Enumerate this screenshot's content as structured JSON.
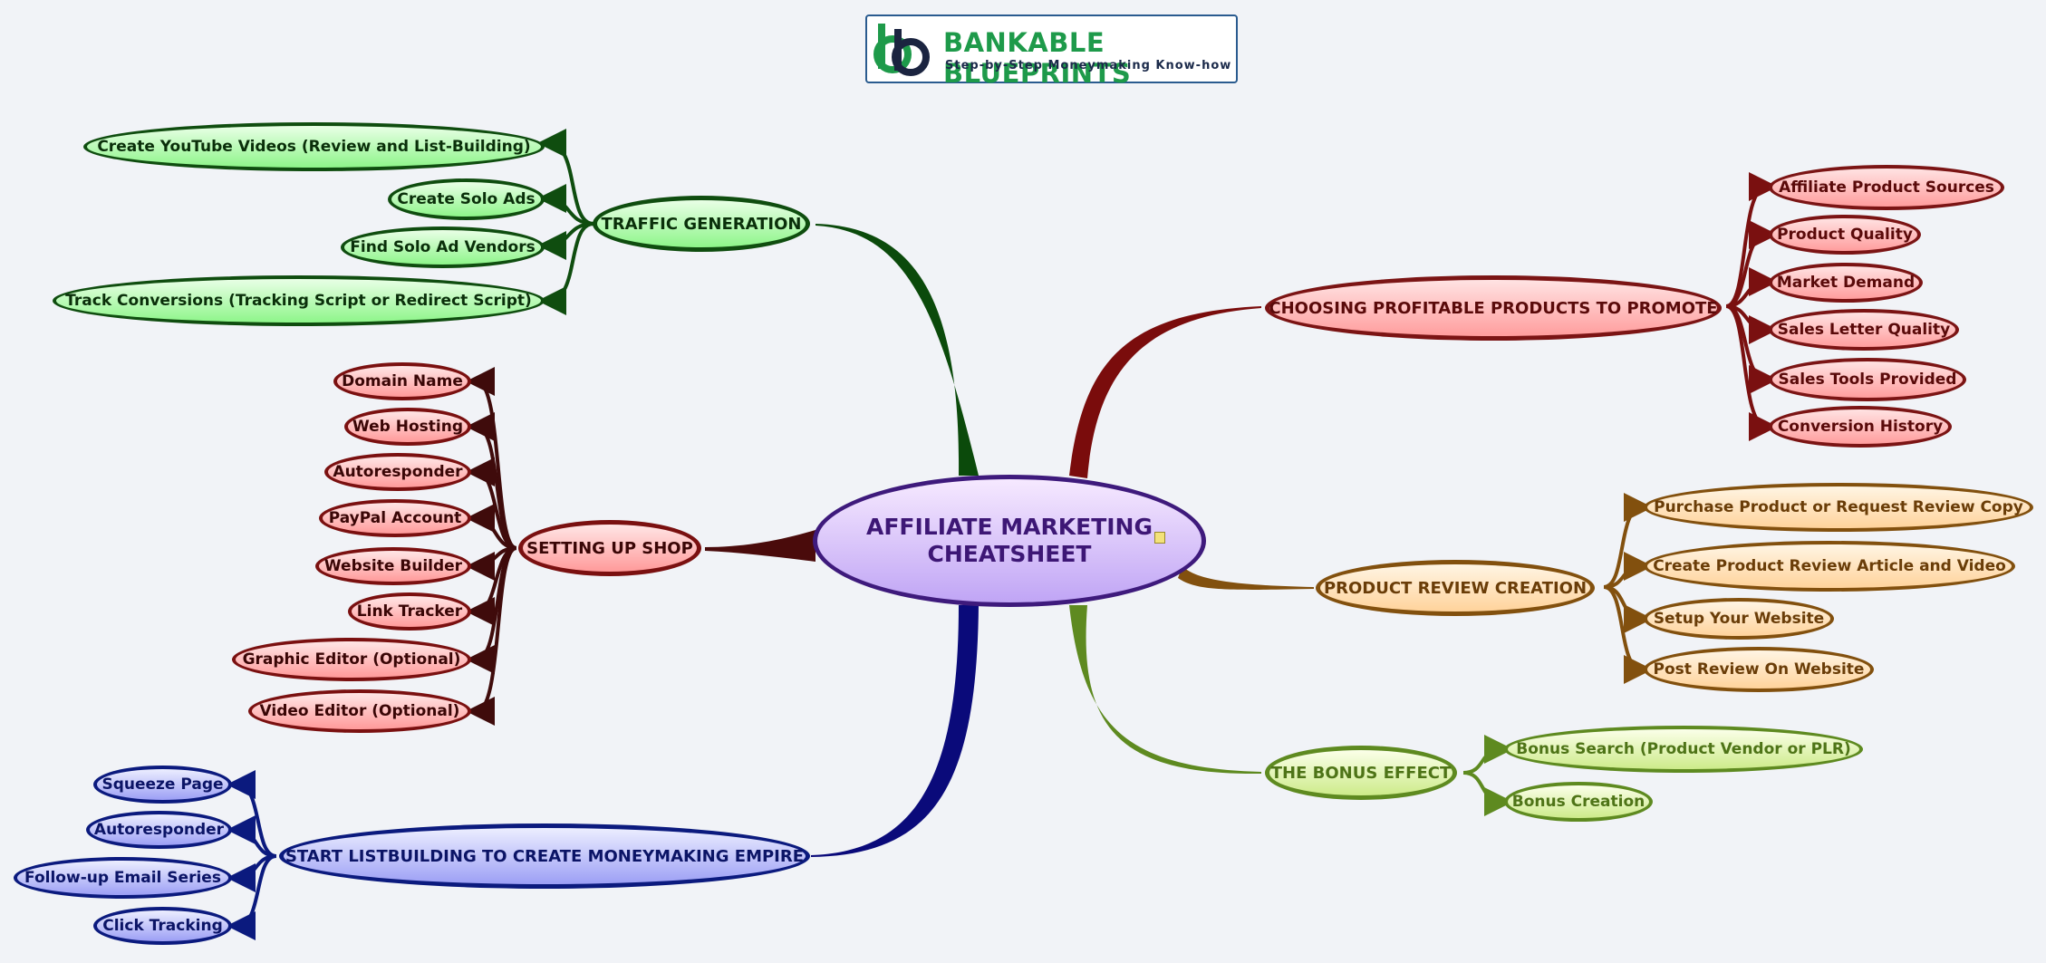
{
  "logo": {
    "brand": "BANKABLE BLUEPRINTS",
    "tagline": "Step-by-Step Moneymaking Know-how",
    "icon": "bb-monogram-icon"
  },
  "central": {
    "line1": "AFFILIATE MARKETING",
    "line2": "CHEATSHEET",
    "note_icon": "note-icon"
  },
  "colors": {
    "red": "#7a1010",
    "green": "#0f4d0f",
    "darkred": "#3f0b0b",
    "blue": "#0b1a7e",
    "orange": "#82500e",
    "lime": "#5e8a20",
    "central": "#3e1a7c"
  },
  "branches": {
    "traffic": {
      "label": "TRAFFIC GENERATION",
      "items": [
        "Create YouTube Videos (Review and List-Building)",
        "Create Solo Ads",
        "Find Solo Ad Vendors",
        "Track Conversions (Tracking Script or Redirect Script)"
      ]
    },
    "shop": {
      "label": "SETTING UP SHOP",
      "items": [
        "Domain Name",
        "Web Hosting",
        "Autoresponder",
        "PayPal Account",
        "Website Builder",
        "Link Tracker",
        "Graphic Editor (Optional)",
        "Video Editor (Optional)"
      ]
    },
    "listbuilding": {
      "label": "START LISTBUILDING TO CREATE MONEYMAKING EMPIRE",
      "items": [
        "Squeeze Page",
        "Autoresponder",
        "Follow-up Email Series",
        "Click Tracking"
      ]
    },
    "products": {
      "label": "CHOOSING PROFITABLE PRODUCTS TO PROMOTE",
      "items": [
        "Affiliate Product Sources",
        "Product Quality",
        "Market Demand",
        "Sales Letter Quality",
        "Sales Tools Provided",
        "Conversion History"
      ]
    },
    "review": {
      "label": "PRODUCT REVIEW CREATION",
      "items": [
        "Purchase Product or Request Review Copy",
        "Create Product Review Article and Video",
        "Setup Your Website",
        "Post Review On Website"
      ]
    },
    "bonus": {
      "label": "THE BONUS EFFECT",
      "items": [
        "Bonus Search (Product Vendor or PLR)",
        "Bonus Creation"
      ]
    }
  }
}
